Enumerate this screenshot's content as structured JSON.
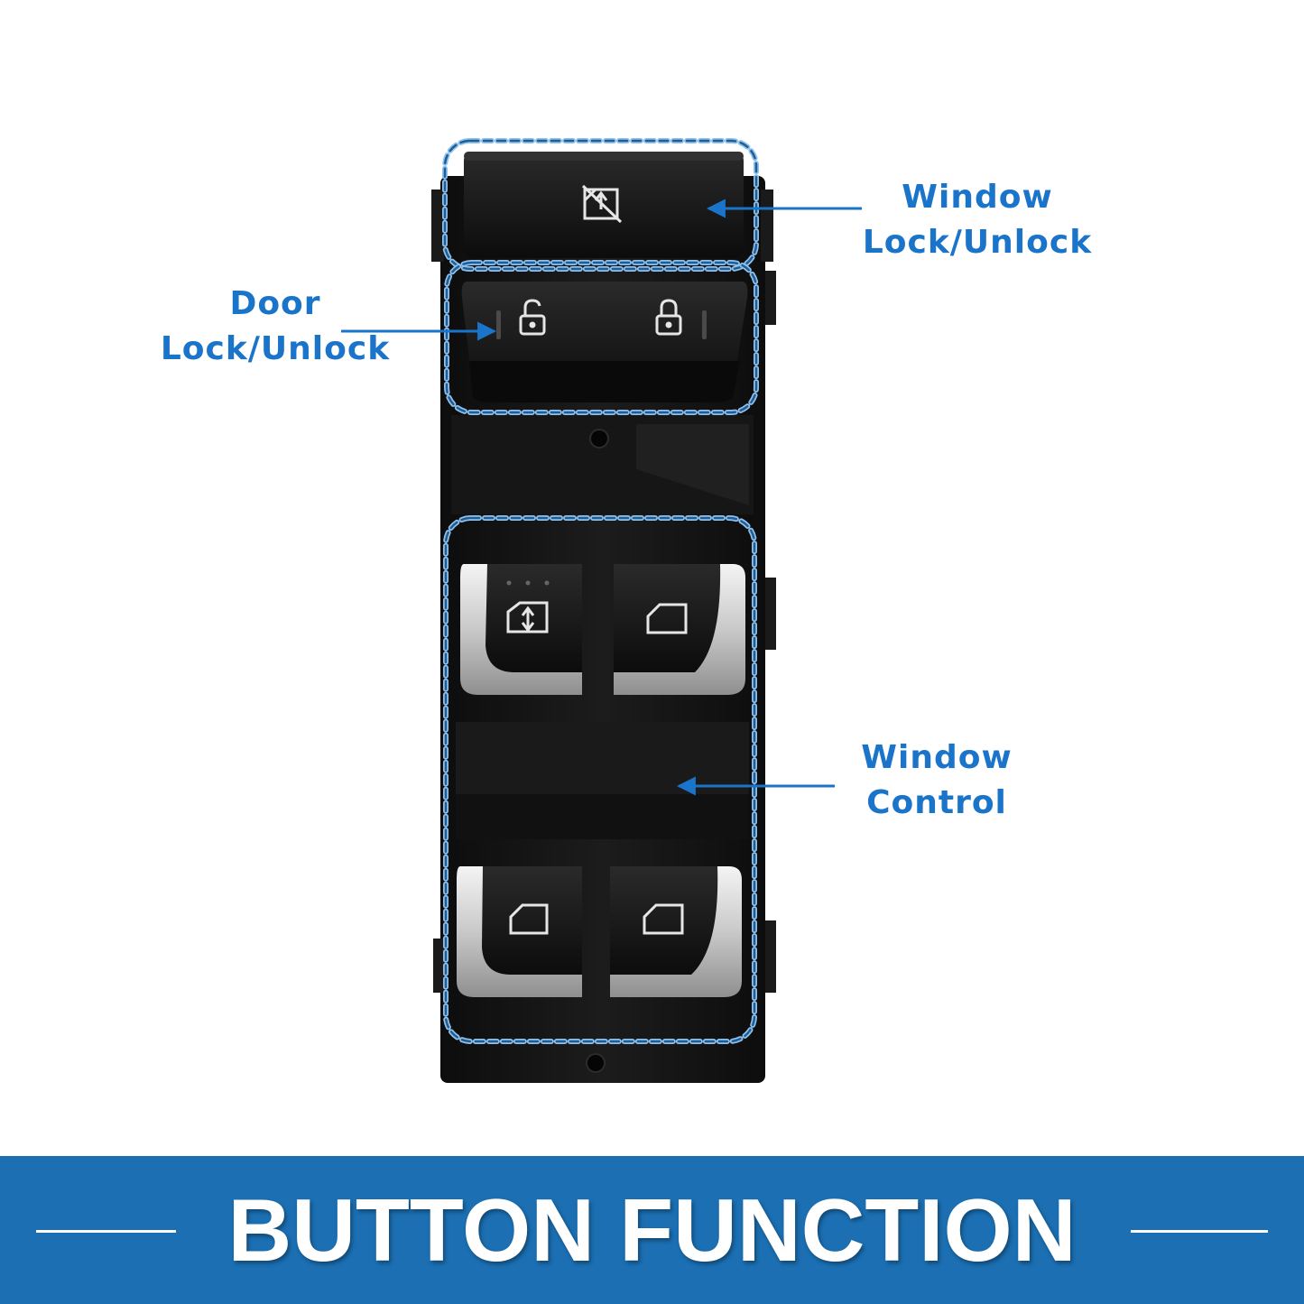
{
  "callouts": {
    "window_lock": {
      "line1": "Window",
      "line2": "Lock/Unlock"
    },
    "door_lock": {
      "line1": "Door",
      "line2": "Lock/Unlock"
    },
    "window_control": {
      "line1": "Window",
      "line2": "Control"
    }
  },
  "banner": {
    "title": "BUTTON FUNCTION"
  },
  "colors": {
    "accent": "#1a74c9",
    "banner": "#1b6fb2",
    "switch_body": "#121212",
    "chrome": "#c8c8c8"
  },
  "icons": [
    "window-lock-icon",
    "unlock-padlock-icon",
    "lock-padlock-icon",
    "auto-window-icon",
    "window-icon"
  ]
}
